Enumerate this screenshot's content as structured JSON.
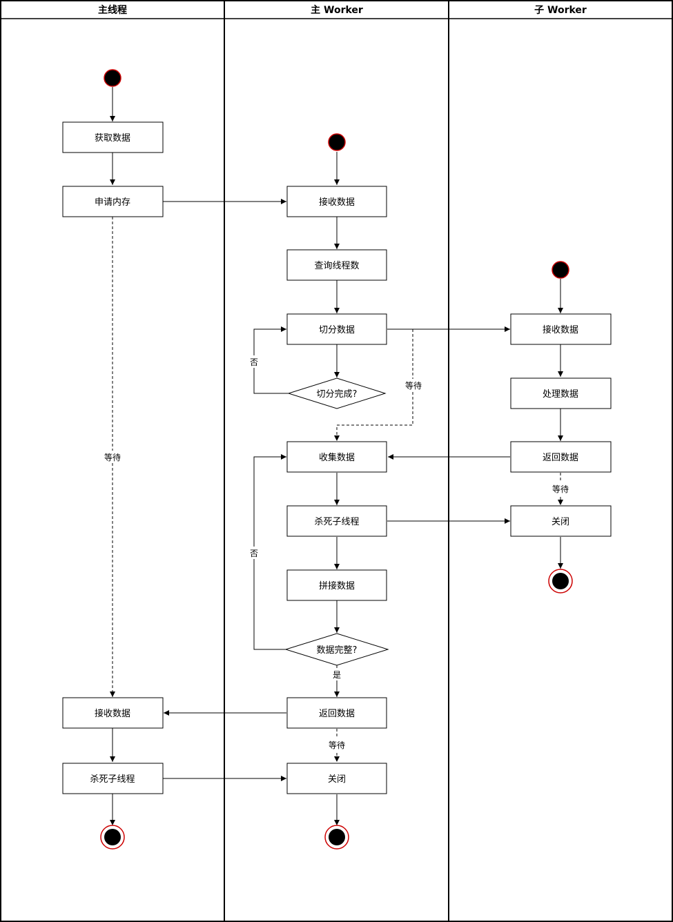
{
  "lanes": [
    {
      "id": "main",
      "title": "主线程"
    },
    {
      "id": "worker",
      "title": "主 Worker"
    },
    {
      "id": "sub",
      "title": "子 Worker"
    }
  ],
  "nodes": {
    "m_get": "获取数据",
    "m_alloc": "申请内存",
    "m_recv": "接收数据",
    "m_kill": "杀死子线程",
    "w_recv": "接收数据",
    "w_query": "查询线程数",
    "w_split": "切分数据",
    "w_split_done": "切分完成?",
    "w_collect": "收集数据",
    "w_kill": "杀死子线程",
    "w_join": "拼接数据",
    "w_complete": "数据完整?",
    "w_return": "返回数据",
    "w_close": "关闭",
    "s_recv": "接收数据",
    "s_process": "处理数据",
    "s_return": "返回数据",
    "s_close": "关闭"
  },
  "edge_labels": {
    "wait": "等待",
    "no": "否",
    "yes": "是"
  },
  "colors": {
    "start_fill": "#000000",
    "start_stroke": "#cc0000",
    "line": "#000000"
  }
}
